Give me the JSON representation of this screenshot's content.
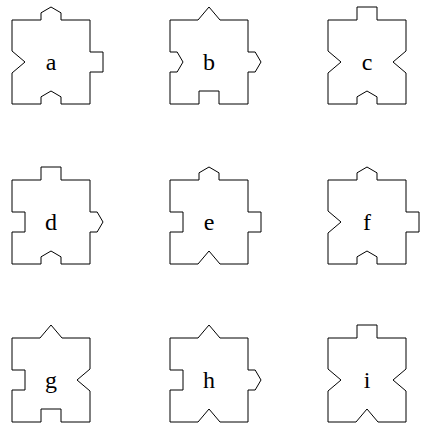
{
  "diagram": {
    "nodes": [
      {
        "text": [
          "a"
        ]
      },
      {
        "text": [
          "b"
        ]
      },
      {
        "text": [
          "c"
        ]
      },
      {
        "text": [
          "d"
        ]
      },
      {
        "text": [
          "e"
        ]
      },
      {
        "text": [
          "f"
        ]
      },
      {
        "text": [
          "g"
        ]
      },
      {
        "text": [
          "h"
        ]
      },
      {
        "text": [
          "i"
        ]
      }
    ]
  }
}
